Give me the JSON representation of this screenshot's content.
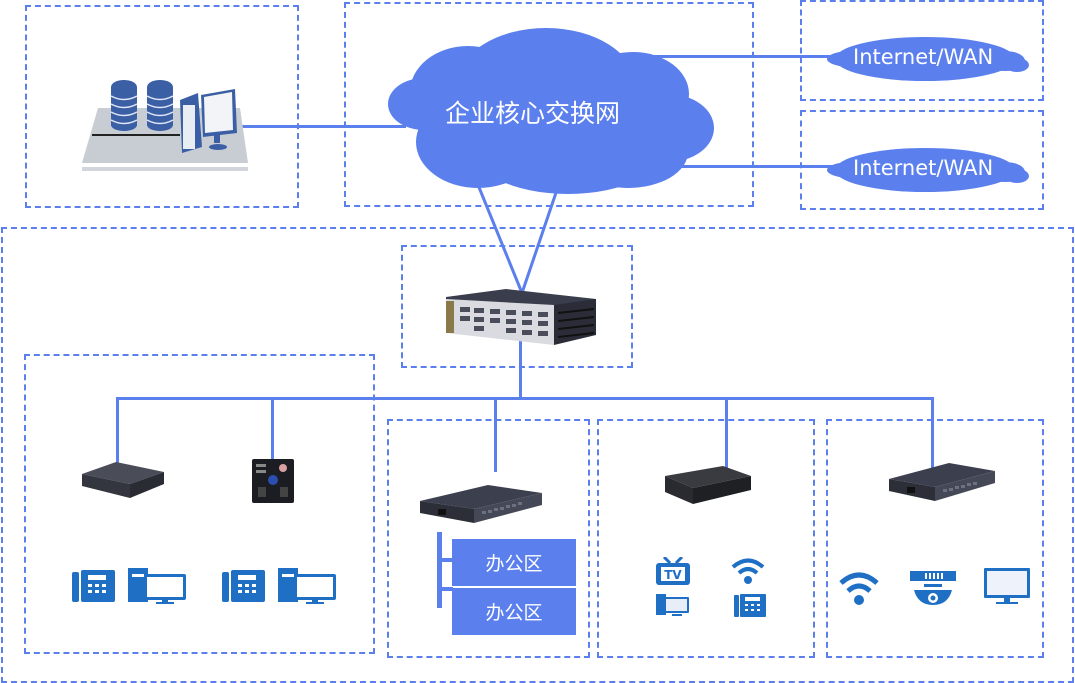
{
  "diagram": {
    "title": "企业网络拓扑",
    "core_network": {
      "label": "企业核心交换网"
    },
    "wan_links": [
      {
        "label": "Internet/WAN"
      },
      {
        "label": "Internet/WAN"
      }
    ],
    "data_center": {
      "icon": "server-datacenter-icon"
    },
    "core_device": {
      "icon": "chassis-switch-icon"
    },
    "branches": [
      {
        "name": "branch-1",
        "devices": [
          "gateway-box-icon",
          "panel-ap-icon"
        ],
        "endpoints": [
          "ip-phone-icon",
          "desktop-pc-icon",
          "ip-phone-icon",
          "desktop-pc-icon"
        ]
      },
      {
        "name": "branch-2",
        "devices": [
          "access-switch-icon"
        ],
        "zones": [
          {
            "label": "办公区"
          },
          {
            "label": "办公区"
          }
        ]
      },
      {
        "name": "branch-3",
        "devices": [
          "gateway-box-icon"
        ],
        "endpoints": [
          "tv-icon",
          "wifi-icon",
          "desktop-pc-icon",
          "ip-phone-icon"
        ]
      },
      {
        "name": "branch-4",
        "devices": [
          "access-switch-icon"
        ],
        "endpoints": [
          "wifi-icon",
          "camera-icon",
          "monitor-icon"
        ]
      }
    ],
    "colors": {
      "accent": "#5b80ee",
      "icon_blue": "#1f6fc5",
      "device_dark": "#2e3140"
    }
  }
}
